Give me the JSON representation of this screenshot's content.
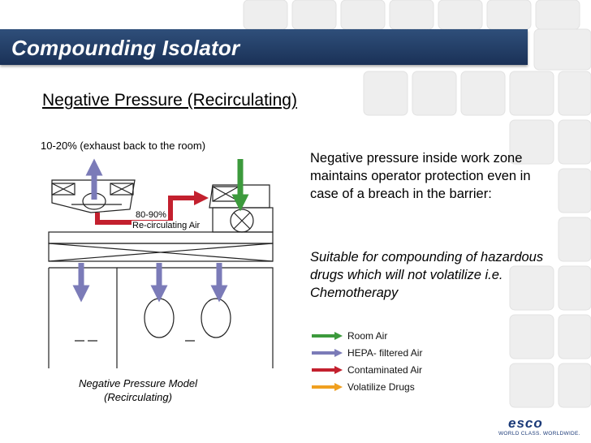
{
  "slide": {
    "title": "Compounding Isolator",
    "subtitle": "Negative Pressure (Recirculating)"
  },
  "diagram": {
    "exhaust_caption": "10-20% (exhaust back to the room)",
    "recirc_percent": "80-90%",
    "recirc_label": "Re-circulating Air",
    "model_caption_line1": "Negative Pressure Model",
    "model_caption_line2": "(Recirculating)"
  },
  "body": {
    "paragraph1": "Negative pressure inside work zone maintains operator protection even in case of a breach in the barrier:",
    "paragraph2": "Suitable for compounding of hazardous drugs which will not volatilize i.e. Chemotherapy"
  },
  "legend": [
    {
      "label": "Room Air",
      "color": "#3c9a3c"
    },
    {
      "label": "HEPA- filtered Air",
      "color": "#7b7bb8"
    },
    {
      "label": "Contaminated Air",
      "color": "#c3202e"
    },
    {
      "label": "Volatilize Drugs",
      "color": "#f0a020"
    }
  ],
  "logo": {
    "word": "esco",
    "tagline": "WORLD CLASS. WORLDWIDE."
  }
}
